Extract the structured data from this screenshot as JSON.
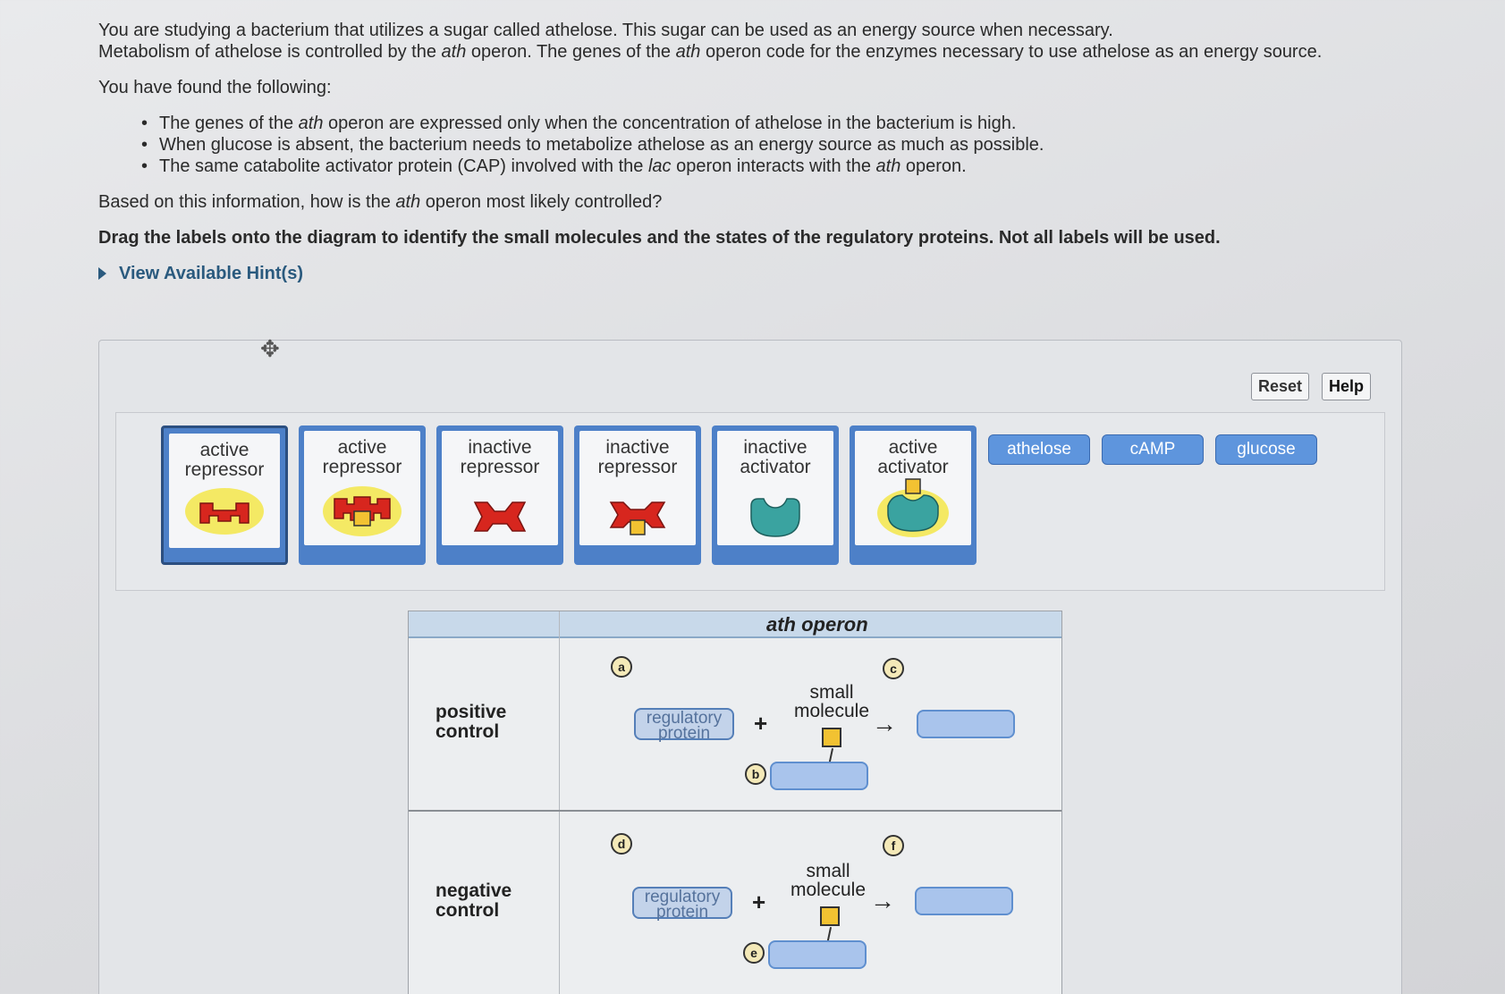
{
  "question": {
    "intro1_a": "You are studying a bacterium that utilizes a sugar called athelose. This sugar can be used as an energy source when necessary.",
    "intro1_b_pre": "Metabolism of athelose is controlled by the ",
    "intro1_b_ital": "ath",
    "intro1_b_mid": " operon. The genes of the ",
    "intro1_b_ital2": "ath",
    "intro1_b_post": " operon code for the enzymes necessary to use athelose as an energy source.",
    "found": "You have found the following:",
    "bullet1_pre": "The genes of the ",
    "bullet1_ital": "ath",
    "bullet1_post": " operon are expressed only when the concentration of athelose in the bacterium is high.",
    "bullet2": "When glucose is absent, the bacterium needs to metabolize athelose as an energy source as much as possible.",
    "bullet3_pre": "The same catabolite activator protein (CAP) involved with the ",
    "bullet3_ital": "lac",
    "bullet3_mid": " operon interacts with the ",
    "bullet3_ital2": "ath",
    "bullet3_post": " operon.",
    "based_pre": "Based on this information, how is the ",
    "based_ital": "ath",
    "based_post": " operon most likely controlled?",
    "instruction": "Drag the labels onto the diagram to identify the small molecules and the states of the regulatory proteins. Not all labels will be used.",
    "hint": "View Available Hint(s)"
  },
  "toolbar": {
    "reset": "Reset",
    "help": "Help"
  },
  "labels": {
    "cards": [
      {
        "line1": "active",
        "line2": "repressor",
        "art": "active-repressor"
      },
      {
        "line1": "active",
        "line2": "repressor",
        "art": "active-repressor-bound"
      },
      {
        "line1": "inactive",
        "line2": "repressor",
        "art": "inactive-repressor"
      },
      {
        "line1": "inactive",
        "line2": "repressor",
        "art": "inactive-repressor-bound"
      },
      {
        "line1": "inactive",
        "line2": "activator",
        "art": "inactive-activator"
      },
      {
        "line1": "active",
        "line2": "activator",
        "art": "active-activator-bound"
      }
    ],
    "chips": [
      "athelose",
      "cAMP",
      "glucose"
    ]
  },
  "diagram": {
    "header": "ath operon",
    "rows": [
      {
        "label_1": "positive",
        "label_2": "control",
        "reg_1": "regulatory",
        "reg_2": "protein",
        "plus": "+",
        "sm_1": "small",
        "sm_2": "molecule",
        "letters": [
          "a",
          "b",
          "c"
        ]
      },
      {
        "label_1": "negative",
        "label_2": "control",
        "reg_1": "regulatory",
        "reg_2": "protein",
        "plus": "+",
        "sm_1": "small",
        "sm_2": "molecule",
        "letters": [
          "d",
          "e",
          "f"
        ]
      }
    ],
    "arrow": "→"
  },
  "colors": {
    "repressor": "#d7261e",
    "glow": "#f3e64a",
    "activator": "#3aa3a0",
    "small_molecule": "#f2c232",
    "label_blue": "#4d80c8"
  }
}
